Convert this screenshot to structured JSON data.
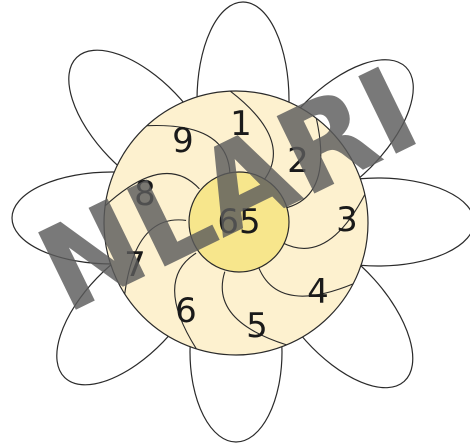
{
  "flower": {
    "center_value": "65",
    "segments": [
      "1",
      "2",
      "3",
      "4",
      "5",
      "6",
      "7",
      "8",
      "9"
    ],
    "colors": {
      "ring_fill": "#fdf1cf",
      "center_fill": "#f7e68c",
      "outline": "#2a2a2a",
      "watermark": "#5b5b5b"
    }
  },
  "watermark": {
    "text": "NLARI"
  }
}
